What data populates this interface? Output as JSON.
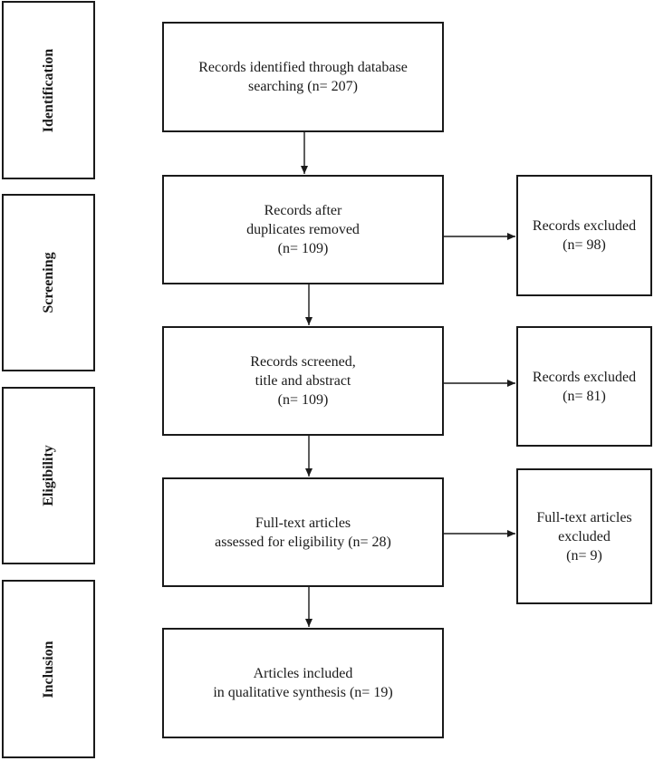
{
  "stages": [
    {
      "key": "identification",
      "label": "Identification"
    },
    {
      "key": "screening",
      "label": "Screening"
    },
    {
      "key": "eligibility",
      "label": "Eligibility"
    },
    {
      "key": "inclusion",
      "label": "Inclusion"
    }
  ],
  "main_boxes": {
    "identified": {
      "lines": [
        "Records identified through database",
        "searching (n= 207)"
      ]
    },
    "after_duplicates": {
      "lines": [
        "Records after",
        "duplicates removed",
        "(n= 109)"
      ]
    },
    "screened": {
      "lines": [
        "Records screened,",
        "title and abstract",
        "(n= 109)"
      ]
    },
    "full_text": {
      "lines": [
        "Full-text articles",
        "assessed for eligibility  (n= 28)"
      ]
    },
    "included": {
      "lines": [
        "Articles included",
        "in qualitative synthesis (n= 19)"
      ]
    }
  },
  "side_boxes": {
    "excluded_duplicates": {
      "lines": [
        "Records excluded",
        "(n= 98)"
      ]
    },
    "excluded_screening": {
      "lines": [
        "Records excluded",
        "(n= 81)"
      ]
    },
    "excluded_full_text": {
      "lines": [
        "Full-text articles",
        "excluded",
        "(n= 9)"
      ]
    }
  },
  "colors": {
    "stroke": "#1a1a1a",
    "background": "#ffffff"
  }
}
